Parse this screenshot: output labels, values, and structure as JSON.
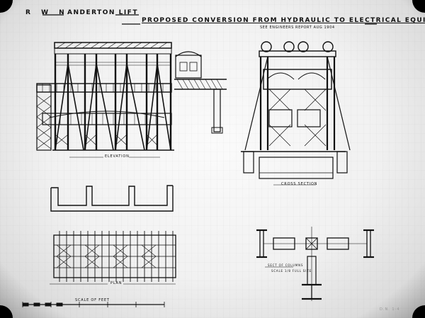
{
  "header": {
    "company": "R W N",
    "lift_name": "Anderton Lift",
    "title": "Proposed conversion from hydraulic to electrical equilibrium lift",
    "subtitle": "See Engineers Report Aug 1904"
  },
  "views": {
    "elevation_label": "Elevation",
    "cross_section_label": "Cross Section",
    "plan_label": "Plan"
  },
  "scale": {
    "label": "Scale of Feet"
  },
  "detail_notes": {
    "line1": "Sect­ of columns",
    "line2": "Scale 1/8 full size"
  },
  "drawing_number": "D.N. 1-4"
}
